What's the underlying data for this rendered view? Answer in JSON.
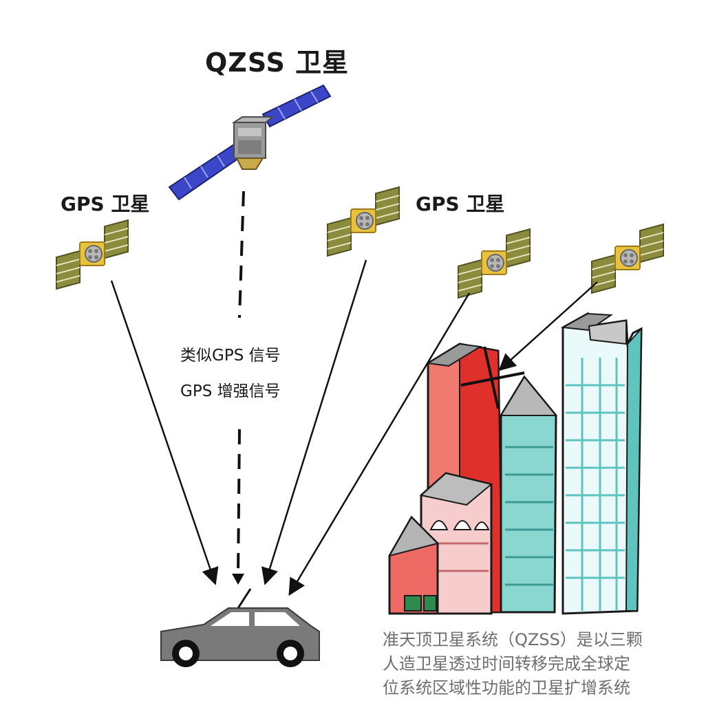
{
  "labels": {
    "qzss_satellite": "QZSS 卫星",
    "gps_satellite_left": "GPS 卫星",
    "gps_satellite_right": "GPS 卫星",
    "signal_line_1": "类似GPS 信号",
    "signal_line_2": "GPS 增强信号"
  },
  "caption": {
    "line1": "准天顶卫星系统（QZSS）是以三颗",
    "line2": "人造卫星透过时间转移完成全球定",
    "line3": "位系统区域性功能的卫星扩增系统"
  },
  "colors": {
    "solar_panel_blue": "#3b46c8",
    "gps_panel_olive": "#8a8a3a",
    "gps_body_gold": "#e8c23c",
    "building_red": "#e0302c",
    "building_teal": "#7fd2cc",
    "car_gray": "#7a7a7a"
  }
}
